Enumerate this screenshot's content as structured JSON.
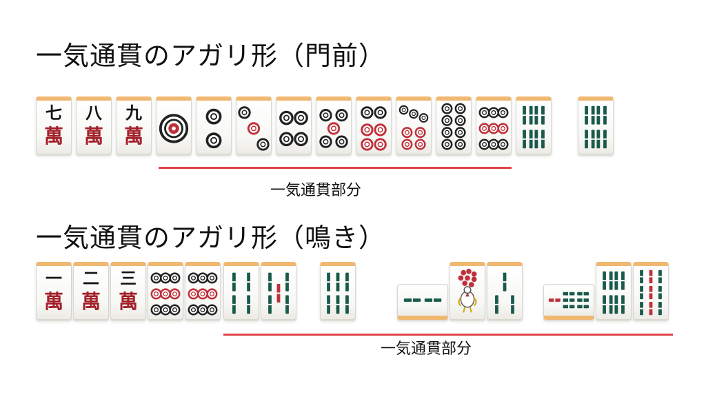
{
  "sections": [
    {
      "title": "一気通貫のアガリ形（門前）",
      "label": "一気通貫部分",
      "hand": [
        {
          "suit": "man",
          "rank": 7,
          "numeral": "七",
          "suit_char": "萬"
        },
        {
          "suit": "man",
          "rank": 8,
          "numeral": "八",
          "suit_char": "萬"
        },
        {
          "suit": "man",
          "rank": 9,
          "numeral": "九",
          "suit_char": "萬"
        },
        {
          "suit": "pin",
          "rank": 1
        },
        {
          "suit": "pin",
          "rank": 2
        },
        {
          "suit": "pin",
          "rank": 3
        },
        {
          "suit": "pin",
          "rank": 4
        },
        {
          "suit": "pin",
          "rank": 5
        },
        {
          "suit": "pin",
          "rank": 6
        },
        {
          "suit": "pin",
          "rank": 7
        },
        {
          "suit": "pin",
          "rank": 8
        },
        {
          "suit": "pin",
          "rank": 9
        },
        {
          "suit": "sou",
          "rank": 8
        }
      ],
      "winning_tile": {
        "suit": "sou",
        "rank": 8
      }
    },
    {
      "title": "一気通貫のアガリ形（鳴き）",
      "label": "一気通貫部分",
      "hand": [
        {
          "suit": "man",
          "rank": 1,
          "numeral": "一",
          "suit_char": "萬"
        },
        {
          "suit": "man",
          "rank": 2,
          "numeral": "二",
          "suit_char": "萬"
        },
        {
          "suit": "man",
          "rank": 3,
          "numeral": "三",
          "suit_char": "萬"
        },
        {
          "suit": "pin",
          "rank": 9
        },
        {
          "suit": "pin",
          "rank": 9
        },
        {
          "suit": "sou",
          "rank": 4
        },
        {
          "suit": "sou",
          "rank": 5
        }
      ],
      "winning_tile": {
        "suit": "sou",
        "rank": 6
      },
      "melds": [
        [
          {
            "suit": "sou",
            "rank": 2,
            "sideways": true
          },
          {
            "suit": "sou",
            "rank": 1
          },
          {
            "suit": "sou",
            "rank": 3
          }
        ],
        [
          {
            "suit": "sou",
            "rank": 7,
            "sideways": true
          },
          {
            "suit": "sou",
            "rank": 8
          },
          {
            "suit": "sou",
            "rank": 9
          }
        ]
      ]
    }
  ],
  "colors": {
    "tile_back": "#f0b870",
    "man_red": "#a3212a",
    "pin_red": "#c0303a",
    "pin_dark": "#222222",
    "sou_green": "#1a5a4a",
    "underline": "#e0434b"
  }
}
